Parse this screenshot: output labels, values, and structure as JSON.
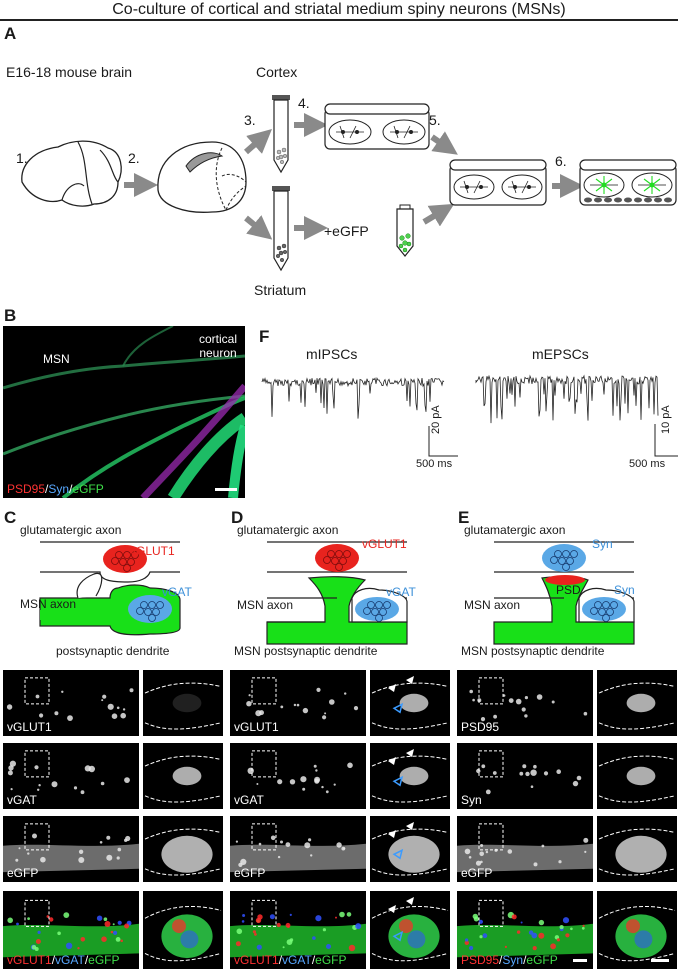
{
  "title": "Co-culture of cortical and striatal medium spiny neurons (MSNs)",
  "panels": {
    "A": {
      "letter": "A",
      "source": "E16-18 mouse brain",
      "cortex": "Cortex",
      "striatum": "Striatum",
      "egfp": "+eGFP",
      "steps": [
        "1.",
        "2.",
        "3.",
        "4.",
        "5.",
        "6."
      ]
    },
    "B": {
      "letter": "B",
      "msn": "MSN",
      "cortical_neuron": "cortical neuron",
      "stain_psd95": "PSD95",
      "slash1": "/",
      "stain_syn": "Syn",
      "slash2": "/",
      "stain_egfp": "eGFP"
    },
    "F": {
      "letter": "F",
      "mipsc": "mIPSCs",
      "mepsc": "mEPSCs",
      "scale_ipsc_y": "20 pA",
      "scale_epsc_y": "10 pA",
      "scale_x": "500 ms"
    },
    "C": {
      "letter": "C",
      "glut_axon": "glutamatergic axon",
      "vglut1": "vGLUT1",
      "msn_axon": "MSN axon",
      "vgat": "vGAT",
      "dendrite": "postsynaptic dendrite",
      "rows": [
        "vGLUT1",
        "vGAT",
        "eGFP"
      ],
      "merge_a": "vGLUT1",
      "merge_b": "vGAT",
      "merge_c": "eGFP",
      "slash": "/"
    },
    "D": {
      "letter": "D",
      "glut_axon": "glutamatergic axon",
      "vglut1": "vGLUT1",
      "msn_axon": "MSN axon",
      "vgat": "vGAT",
      "dendrite": "MSN postsynaptic dendrite",
      "rows": [
        "vGLUT1",
        "vGAT",
        "eGFP"
      ],
      "merge_a": "vGLUT1",
      "merge_b": "vGAT",
      "merge_c": "eGFP",
      "slash": "/"
    },
    "E": {
      "letter": "E",
      "glut_axon": "glutamatergic axon",
      "syn_top": "Syn",
      "msn_axon": "MSN axon",
      "psd": "PSD",
      "syn_bottom": "Syn",
      "dendrite": "MSN postsynaptic dendrite",
      "rows": [
        "PSD95",
        "Syn",
        "eGFP"
      ],
      "merge_a": "PSD95",
      "merge_b": "Syn",
      "merge_c": "eGFP",
      "slash": "/"
    }
  },
  "colors": {
    "red": "#e8231e",
    "blue": "#5aa8e6",
    "green": "#18e018",
    "arrow": "#8a8a8a"
  }
}
